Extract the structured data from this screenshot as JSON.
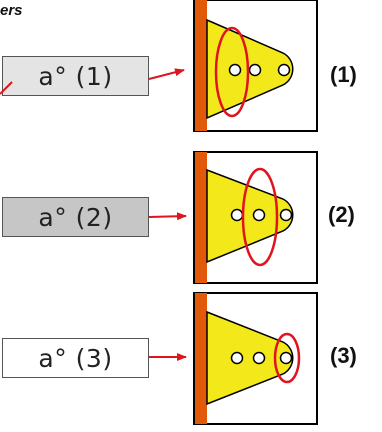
{
  "caption": "ers",
  "rows": [
    {
      "label": "a° (1)",
      "number": "(1)",
      "box_fill": "#e4e4e4",
      "highlight": "near-wall holes"
    },
    {
      "label": "a° (2)",
      "number": "(2)",
      "box_fill": "#c6c6c6",
      "highlight": "middle hole"
    },
    {
      "label": "a° (3)",
      "number": "(3)",
      "box_fill": "#ffffff",
      "highlight": "end hole"
    }
  ],
  "colors": {
    "arrow": "#e0141e",
    "highlight_ellipse": "#e0141e",
    "bracket": "#f2e81a",
    "wall": "#e05a0a",
    "frame": "#000000"
  }
}
